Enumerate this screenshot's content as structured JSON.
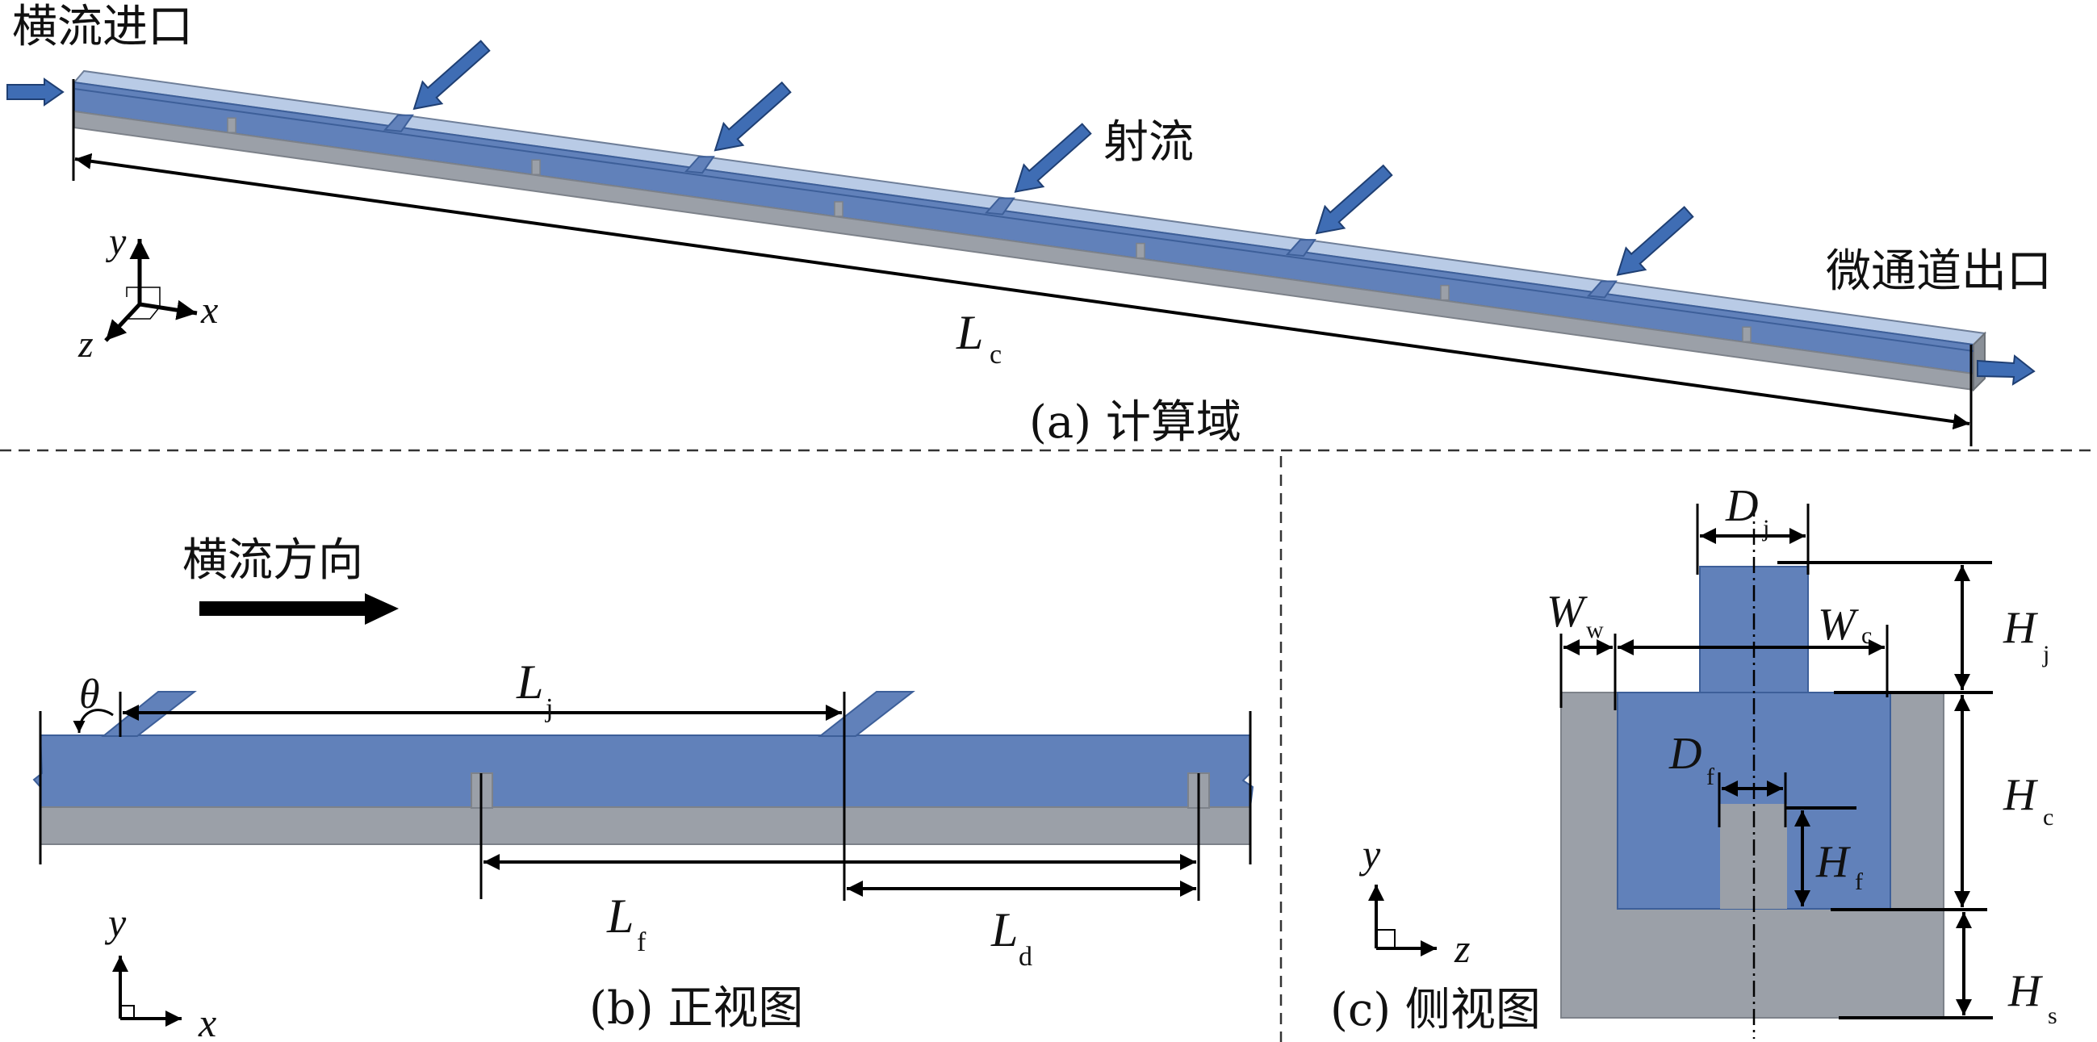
{
  "panel_a": {
    "inlet_label": "横流进口",
    "jet_label": "射流",
    "outlet_label": "微通道出口",
    "length": {
      "symbol": "L",
      "sub": "c"
    },
    "caption": "(a) 计算域",
    "axes": {
      "x": "x",
      "y": "y",
      "z": "z"
    }
  },
  "panel_b": {
    "flow_direction_label": "横流方向",
    "theta": "θ",
    "Lj": {
      "symbol": "L",
      "sub": "j"
    },
    "Lf": {
      "symbol": "L",
      "sub": "f"
    },
    "Ld": {
      "symbol": "L",
      "sub": "d"
    },
    "caption": "(b) 正视图",
    "axes": {
      "x": "x",
      "y": "y"
    }
  },
  "panel_c": {
    "Dj": {
      "symbol": "D",
      "sub": "j"
    },
    "Ww": {
      "symbol": "W",
      "sub": "w"
    },
    "Wc": {
      "symbol": "W",
      "sub": "c"
    },
    "Df": {
      "symbol": "D",
      "sub": "f"
    },
    "Hj": {
      "symbol": "H",
      "sub": "j"
    },
    "Hc": {
      "symbol": "H",
      "sub": "c"
    },
    "Hf": {
      "symbol": "H",
      "sub": "f"
    },
    "Hs": {
      "symbol": "H",
      "sub": "s"
    },
    "caption": "(c) 侧视图",
    "axes": {
      "y": "y",
      "z": "z"
    }
  },
  "colors": {
    "fluid": "#6181ba",
    "solid": "#9ba0a8",
    "flow_arrow": "#3f6db4",
    "top_strip": "#b9cbe6"
  }
}
